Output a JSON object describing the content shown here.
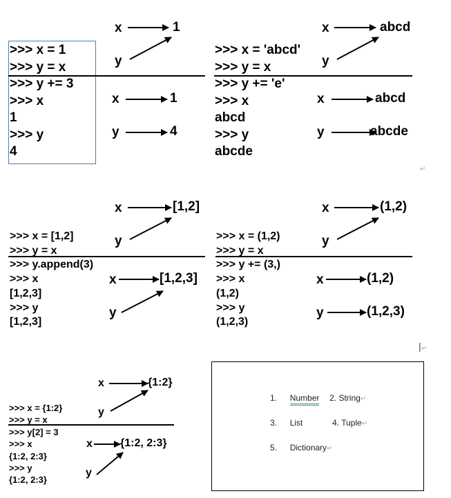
{
  "panels": {
    "number": {
      "top_x": "x",
      "top_val": "1",
      "top_y": "y",
      "code": [
        ">>> x = 1",
        ">>> y = x",
        ">>> y += 3",
        ">>> x",
        "1",
        ">>> y",
        "4"
      ],
      "mid_x": "x",
      "mid_val": "1",
      "bot_y": "y",
      "bot_val": "4"
    },
    "string": {
      "top_x": "x",
      "top_val": "abcd",
      "top_y": "y",
      "code": [
        ">>> x = 'abcd'",
        ">>> y = x",
        ">>> y += 'e'",
        ">>> x",
        "abcd",
        ">>> y",
        "abcde"
      ],
      "mid_x": "x",
      "mid_val": "abcd",
      "bot_y": "y",
      "bot_val": "abcde"
    },
    "list": {
      "top_x": "x",
      "top_val": "[1,2]",
      "top_y": "y",
      "code": [
        ">>> x = [1,2]",
        ">>> y = x",
        ">>> y.append(3)",
        ">>> x",
        "[1,2,3]",
        ">>> y",
        "[1,2,3]"
      ],
      "mid_x": "x",
      "mid_val": "[1,2,3]",
      "bot_y": "y"
    },
    "tuple": {
      "top_x": "x",
      "top_val": "(1,2)",
      "top_y": "y",
      "code": [
        ">>> x = (1,2)",
        ">>> y = x",
        ">>> y += (3,)",
        ">>> x",
        "(1,2)",
        ">>> y",
        "(1,2,3)"
      ],
      "mid_x": "x",
      "mid_val": "(1,2)",
      "bot_y": "y",
      "bot_val": "(1,2,3)"
    },
    "dict": {
      "top_x": "x",
      "top_val": "{1:2}",
      "top_y": "y",
      "code": [
        ">>> x = {1:2}",
        ">>> y = x",
        ">>> y[2] = 3",
        ">>> x",
        "{1:2, 2:3}",
        ">>> y",
        "{1:2, 2:3}"
      ],
      "mid_x": "x",
      "mid_val": "{1:2, 2:3}",
      "bot_y": "y"
    }
  },
  "legend": {
    "items": [
      {
        "num": "1.",
        "label": "Number"
      },
      {
        "num": "2.",
        "label": "String"
      },
      {
        "num": "3.",
        "label": "List"
      },
      {
        "num": "4.",
        "label": "Tuple"
      },
      {
        "num": "5.",
        "label": "Dictionary"
      }
    ]
  },
  "marks": {
    "return": "↵",
    "cursor": "|"
  }
}
